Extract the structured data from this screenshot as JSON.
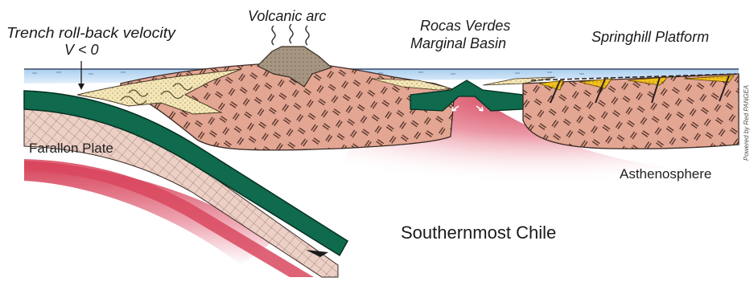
{
  "labels": {
    "trench": "Trench roll-back velocity",
    "velocity": "V < 0",
    "volcanic_arc": "Volcanic arc",
    "basin_line1": "Rocas Verdes",
    "basin_line2": "Marginal Basin",
    "platform": "Springhill Platform",
    "farallon": "Farallon Plate",
    "asthenosphere": "Asthenosphere",
    "region": "Southernmost Chile",
    "credit": "Powered by Red PANGEA"
  },
  "colors": {
    "sea": "#bcd8f0",
    "crust": "#e2a490",
    "slab_oceanic": "#0f6a4e",
    "slab_mantle": "#e9c8bc",
    "asthenosphere": "#d8485c",
    "sediment": "#f3e4b4",
    "arc_volcanic": "#a08f7c",
    "platform_yellow": "#f2c220"
  }
}
